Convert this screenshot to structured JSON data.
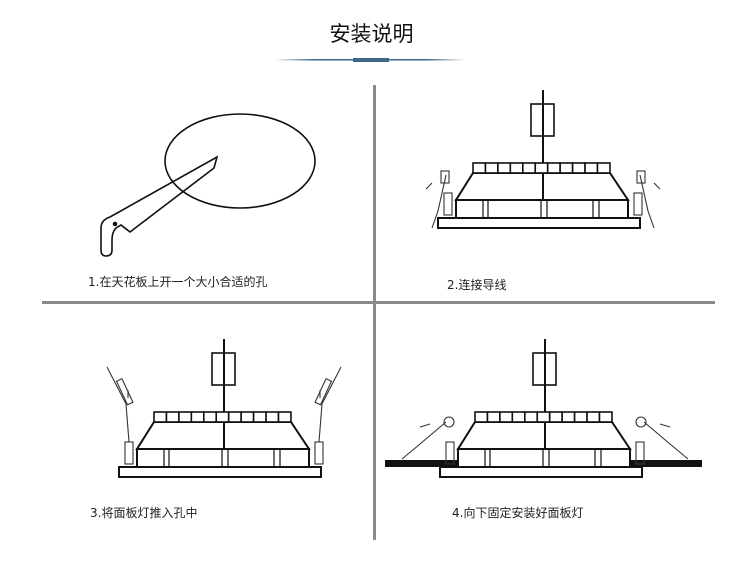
{
  "header": {
    "title": "安装说明",
    "accent": "#3e6a8a"
  },
  "steps": [
    {
      "caption": "1.在天花板上开一个大小合适的孔"
    },
    {
      "caption": "2.连接导线"
    },
    {
      "caption": "3.将面板灯推入孔中"
    },
    {
      "caption": "4.向下固定安装好面板灯"
    }
  ],
  "colors": {
    "divider": "#8a8a8a",
    "line": "#111111"
  }
}
